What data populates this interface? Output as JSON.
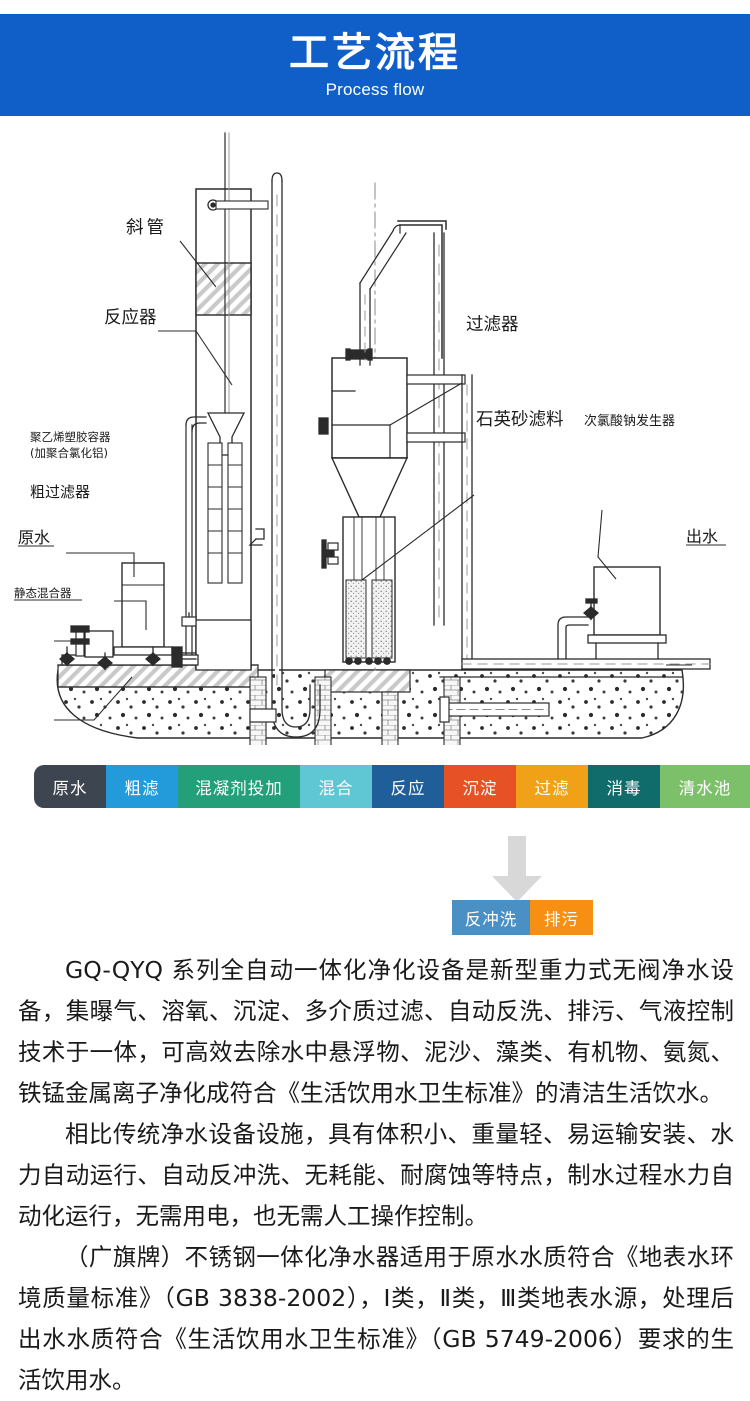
{
  "header": {
    "title": "工艺流程",
    "subtitle": "Process flow",
    "bg_color": "#105fc9"
  },
  "diagram": {
    "alt": "重力式无阀净水设备工艺流程示意图",
    "labels": [
      {
        "id": "inclined-tube",
        "text": "斜管"
      },
      {
        "id": "reactor",
        "text": "反应器"
      },
      {
        "id": "pe-container",
        "line1": "聚乙烯塑胶容器",
        "line2": "(加聚合氯化铝)"
      },
      {
        "id": "coarse-filter",
        "text": "粗过滤器"
      },
      {
        "id": "raw-water",
        "text": "原水"
      },
      {
        "id": "static-mixer",
        "text": "静态混合器"
      },
      {
        "id": "filter",
        "text": "过滤器"
      },
      {
        "id": "quartz-sand",
        "text": "石英砂滤料"
      },
      {
        "id": "naclo-generator",
        "text": "次氯酸钠发生器"
      },
      {
        "id": "outlet-water",
        "text": "出水"
      }
    ]
  },
  "flow": {
    "steps": [
      {
        "label": "原水",
        "color": "#3d4550",
        "width": 72
      },
      {
        "label": "粗滤",
        "color": "#239ad9",
        "width": 72
      },
      {
        "label": "混凝剂投加",
        "color": "#23a079",
        "width": 122
      },
      {
        "label": "混合",
        "color": "#5fc6d4",
        "width": 72
      },
      {
        "label": "反应",
        "color": "#1f5e98",
        "width": 72
      },
      {
        "label": "沉淀",
        "color": "#e65226",
        "width": 72
      },
      {
        "label": "过滤",
        "color": "#f0a117",
        "width": 72
      },
      {
        "label": "消毒",
        "color": "#106b6b",
        "width": 72
      },
      {
        "label": "清水池",
        "color": "#7dc06a",
        "width": 90
      }
    ],
    "arrow_color": "#7dc06a",
    "down_arrow_color": "#d8d8d8",
    "sub_steps": [
      {
        "label": "反冲洗",
        "color": "#4a90c4",
        "width": 78
      },
      {
        "label": "排污",
        "color": "#f79012",
        "width": 63
      }
    ]
  },
  "content": {
    "paragraphs": [
      "GQ-QYQ 系列全自动一体化净化设备是新型重力式无阀净水设备，集曝气、溶氧、沉淀、多介质过滤、自动反洗、排污、气液控制技术于一体，可高效去除水中悬浮物、泥沙、藻类、有机物、氨氮、铁锰金属离子净化成符合《生活饮用水卫生标准》的清洁生活饮水。",
      "相比传统净水设备设施，具有体积小、重量轻、易运输安装、水力自动运行、自动反冲洗、无耗能、耐腐蚀等特点，制水过程水力自动化运行，无需用电，也无需人工操作控制。",
      "（广旗牌）不锈钢一体化净水器适用于原水水质符合《地表水环境质量标准》（GB 3838-2002），Ⅰ类，Ⅱ类，Ⅲ类地表水源，处理后出水水质符合《生活饮用水卫生标准》（GB 5749-2006）要求的生活饮用水。"
    ]
  }
}
